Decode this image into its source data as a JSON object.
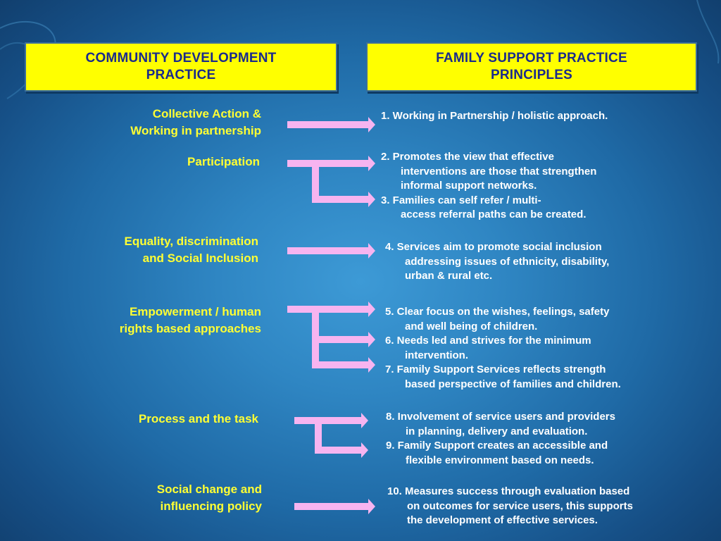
{
  "headers": {
    "left": [
      "COMMUNITY DEVELOPMENT",
      "PRACTICE"
    ],
    "right": [
      "FAMILY SUPPORT PRACTICE",
      "PRINCIPLES"
    ]
  },
  "left_items": [
    [
      "Collective Action &",
      "Working in partnership"
    ],
    [
      "Participation"
    ],
    [
      "Equality, discrimination",
      "and Social Inclusion"
    ],
    [
      "Empowerment / human",
      "rights based approaches"
    ],
    [
      "Process and the task"
    ],
    [
      "Social change and",
      "influencing policy"
    ]
  ],
  "right_items": [
    [
      "1.  Working in Partnership / holistic   approach."
    ],
    [
      "2.  Promotes the view that effective",
      "interventions are those that strengthen",
      "informal support networks.",
      "3.  Families can  self refer / multi-",
      "access referral paths can be created."
    ],
    [
      "4.  Services aim to promote social inclusion",
      "addressing issues of ethnicity, disability,",
      "urban & rural etc."
    ],
    [
      "5.  Clear focus on the wishes, feelings, safety",
      "and well being of children.",
      "6.  Needs led and strives for the minimum",
      "intervention.",
      "7.  Family Support Services reflects strength",
      "based perspective of families and children."
    ],
    [
      "8.  Involvement of service users and providers",
      "in planning, delivery and evaluation.",
      "9.  Family Support creates an accessible and",
      "flexible environment based on needs."
    ],
    [
      "10. Measures success through evaluation based",
      "on outcomes for service users, this supports",
      "the development of effective services."
    ]
  ],
  "colors": {
    "header_fill": "#ffff00",
    "header_text": "#1a2a8c",
    "left_text": "#ffff33",
    "right_text": "#ffffff",
    "arrow": "#f7b4f0"
  }
}
